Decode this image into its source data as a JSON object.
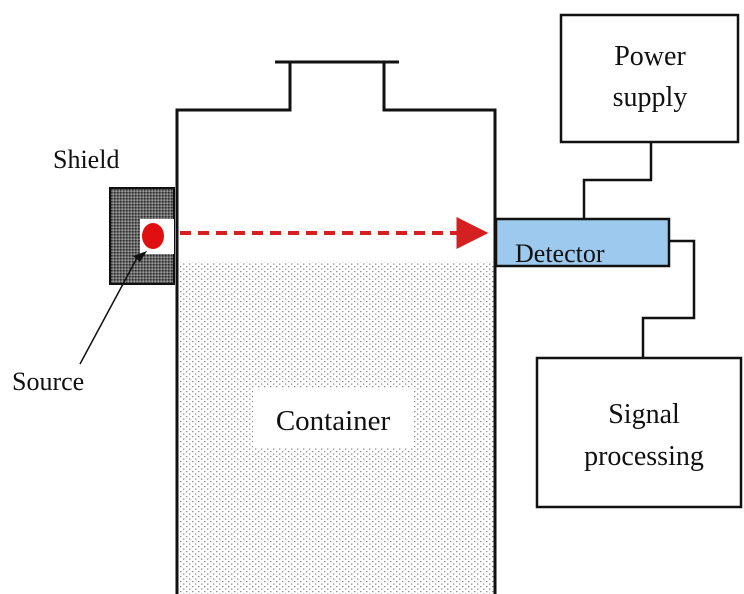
{
  "labels": {
    "power_supply_line1": "Power",
    "power_supply_line2": "supply",
    "shield": "Shield",
    "source": "Source",
    "detector": "Detector",
    "container": "Container",
    "signal_processing_line1": "Signal",
    "signal_processing_line2": "processing"
  },
  "colors": {
    "source": "#e01010",
    "beam": "#d42020",
    "detector_fill": "#9ec9ee",
    "shield_fill": "#555555",
    "liquid_dots": "#8a8a8a",
    "line": "#111111"
  }
}
